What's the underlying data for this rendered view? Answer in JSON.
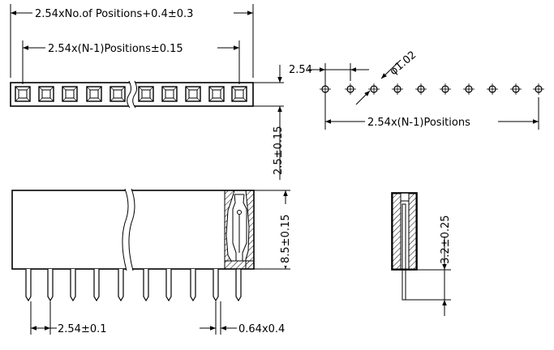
{
  "top_view": {
    "overall_dim": "2.54xNo.of  Positions+0.4±0.3",
    "pitch_span_dim": "2.54x(N-1)Positions±0.15",
    "height_dim": "2.5±0.15"
  },
  "footprint": {
    "pitch_dim": "2.54",
    "hole_dim": "φ1.02",
    "span_dim": "2.54x(N-1)Positions"
  },
  "front_view": {
    "height_dim": "8.5±0.15",
    "pitch_dim": "2.54±0.1",
    "pin_dim": "0.64x0.4"
  },
  "side_view": {
    "tail_dim": "3.2±0.25"
  }
}
